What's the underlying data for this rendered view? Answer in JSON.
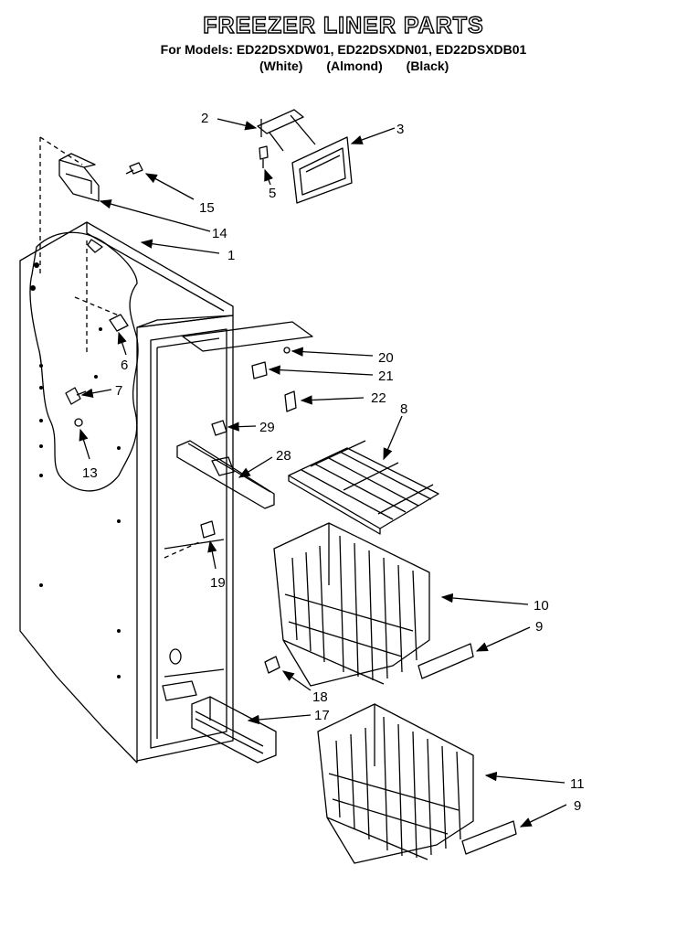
{
  "header": {
    "title": "FREEZER LINER PARTS",
    "models": "For Models: ED22DSXDW01, ED22DSXDN01, ED22DSXDB01",
    "colors": [
      "(White)",
      "(Almond)",
      "(Black)"
    ]
  },
  "callouts": [
    {
      "id": "c2",
      "label": "2"
    },
    {
      "id": "c3",
      "label": "3"
    },
    {
      "id": "c5",
      "label": "5"
    },
    {
      "id": "c15",
      "label": "15"
    },
    {
      "id": "c14",
      "label": "14"
    },
    {
      "id": "c1",
      "label": "1"
    },
    {
      "id": "c6",
      "label": "6"
    },
    {
      "id": "c7",
      "label": "7"
    },
    {
      "id": "c13",
      "label": "13"
    },
    {
      "id": "c20",
      "label": "20"
    },
    {
      "id": "c21",
      "label": "21"
    },
    {
      "id": "c22",
      "label": "22"
    },
    {
      "id": "c8",
      "label": "8"
    },
    {
      "id": "c29",
      "label": "29"
    },
    {
      "id": "c28",
      "label": "28"
    },
    {
      "id": "c19",
      "label": "19"
    },
    {
      "id": "c10",
      "label": "10"
    },
    {
      "id": "c9a",
      "label": "9"
    },
    {
      "id": "c18",
      "label": "18"
    },
    {
      "id": "c17",
      "label": "17"
    },
    {
      "id": "c11",
      "label": "11"
    },
    {
      "id": "c9b",
      "label": "9"
    }
  ]
}
